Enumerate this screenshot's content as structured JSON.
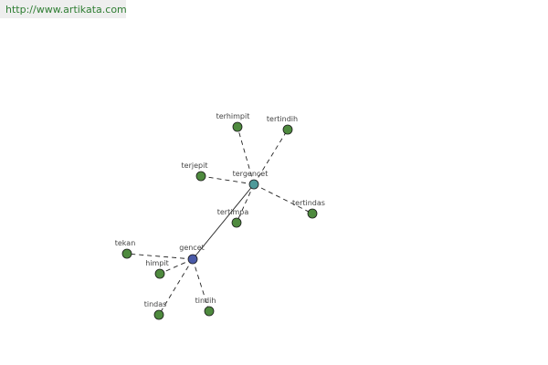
{
  "header": {
    "url_text": "http://www.artikata.com"
  },
  "colors": {
    "root_node": "#4a5aa8",
    "hub_node": "#4f9a9a",
    "leaf_node": "#4e8a3e",
    "label_text": "#444444",
    "link_text": "#2e7d32"
  },
  "graph": {
    "nodes": [
      {
        "id": "gencet",
        "label": "gencet",
        "kind": "root"
      },
      {
        "id": "tergencet",
        "label": "tergencet",
        "kind": "hub"
      },
      {
        "id": "terhimpit",
        "label": "terhimpit",
        "kind": "leaf"
      },
      {
        "id": "tertindih",
        "label": "tertindih",
        "kind": "leaf"
      },
      {
        "id": "terjepit",
        "label": "terjepit",
        "kind": "leaf"
      },
      {
        "id": "tertindas",
        "label": "tertindas",
        "kind": "leaf"
      },
      {
        "id": "tertimpa",
        "label": "tertimpa",
        "kind": "leaf"
      },
      {
        "id": "tekan",
        "label": "tekan",
        "kind": "leaf"
      },
      {
        "id": "himpit",
        "label": "himpit",
        "kind": "leaf"
      },
      {
        "id": "tindas",
        "label": "tindas",
        "kind": "leaf"
      },
      {
        "id": "tindih",
        "label": "tindih",
        "kind": "leaf"
      }
    ],
    "edges": [
      {
        "from": "gencet",
        "to": "tergencet",
        "style": "solid"
      },
      {
        "from": "tergencet",
        "to": "terhimpit",
        "style": "dashed"
      },
      {
        "from": "tergencet",
        "to": "tertindih",
        "style": "dashed"
      },
      {
        "from": "tergencet",
        "to": "terjepit",
        "style": "dashed"
      },
      {
        "from": "tergencet",
        "to": "tertindas",
        "style": "dashed"
      },
      {
        "from": "tergencet",
        "to": "tertimpa",
        "style": "dashed"
      },
      {
        "from": "gencet",
        "to": "tekan",
        "style": "dashed"
      },
      {
        "from": "gencet",
        "to": "himpit",
        "style": "dashed"
      },
      {
        "from": "gencet",
        "to": "tindas",
        "style": "dashed"
      },
      {
        "from": "gencet",
        "to": "tindih",
        "style": "dashed"
      }
    ]
  }
}
